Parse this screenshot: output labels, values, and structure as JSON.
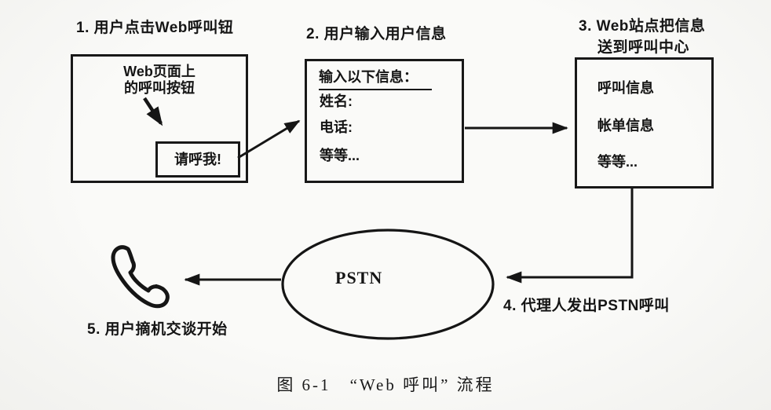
{
  "figure": {
    "background_color": "#f8f8f6",
    "ink_color": "#151515",
    "steps": {
      "step1_label": "1. 用户点击Web呼叫钮",
      "step2_label": "2. 用户输入用户信息",
      "step3_label_line1": "3. Web站点把信息",
      "step3_label_line2": "送到呼叫中心",
      "step4_label": "4. 代理人发出PSTN呼叫",
      "step5_label": "5. 用户摘机交谈开始"
    },
    "web_page_box": {
      "note_line1": "Web页面上",
      "note_line2": "的呼叫按钮",
      "button_label": "请呼我!"
    },
    "form_box": {
      "title": "输入以下信息：",
      "fields": [
        "姓名:",
        "电话:",
        "等等..."
      ]
    },
    "call_center_box": {
      "items": [
        "呼叫信息",
        "帐单信息",
        "等等..."
      ]
    },
    "network": {
      "label": "PSTN"
    },
    "icons": {
      "phone": "phone-handset-icon"
    },
    "caption": {
      "prefix": "图 6-1",
      "title": "“Web 呼叫” 流程"
    }
  }
}
